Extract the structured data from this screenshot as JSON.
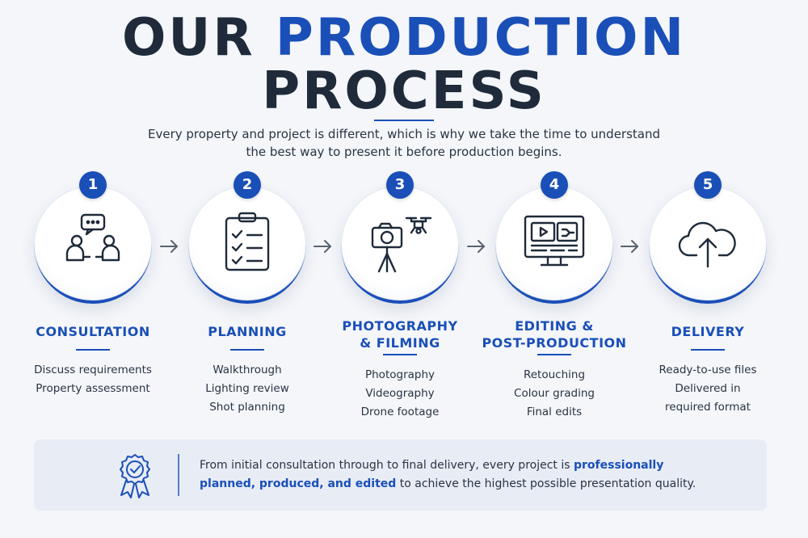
{
  "header": {
    "title_part1": "OUR",
    "title_part2": "PRODUCTION",
    "title_part3": "PROCESS",
    "intro_line1": "Every property and project is different, which is why we take the time to understand",
    "intro_line2": "the best way to present it before production begins."
  },
  "colors": {
    "accent": "#1a4fb8",
    "text": "#1f2a3a",
    "background": "#f4f6fa",
    "footer_bg": "#e7ecf5"
  },
  "steps": [
    {
      "number": "1",
      "title_line1": "CONSULTATION",
      "title_line2": "",
      "icon": "consultation-chat-icon",
      "items": [
        "Discuss requirements",
        "Property assessment"
      ]
    },
    {
      "number": "2",
      "title_line1": "PLANNING",
      "title_line2": "",
      "icon": "clipboard-checklist-icon",
      "items": [
        "Walkthrough",
        "Lighting review",
        "Shot planning"
      ]
    },
    {
      "number": "3",
      "title_line1": "PHOTOGRAPHY",
      "title_line2": "& FILMING",
      "icon": "camera-drone-icon",
      "items": [
        "Photography",
        "Videography",
        "Drone footage"
      ]
    },
    {
      "number": "4",
      "title_line1": "EDITING &",
      "title_line2": "POST-PRODUCTION",
      "icon": "monitor-editing-icon",
      "items": [
        "Retouching",
        "Colour grading",
        "Final edits"
      ]
    },
    {
      "number": "5",
      "title_line1": "DELIVERY",
      "title_line2": "",
      "icon": "cloud-upload-icon",
      "items": [
        "Ready-to-use files",
        "Delivered in",
        "required format"
      ]
    }
  ],
  "footer": {
    "text_part1": "From initial consultation through to final delivery, every project is ",
    "text_bold": "professionally planned, produced, and edited",
    "text_part2": " to achieve the highest possible presentation quality.",
    "icon": "quality-badge-icon"
  }
}
